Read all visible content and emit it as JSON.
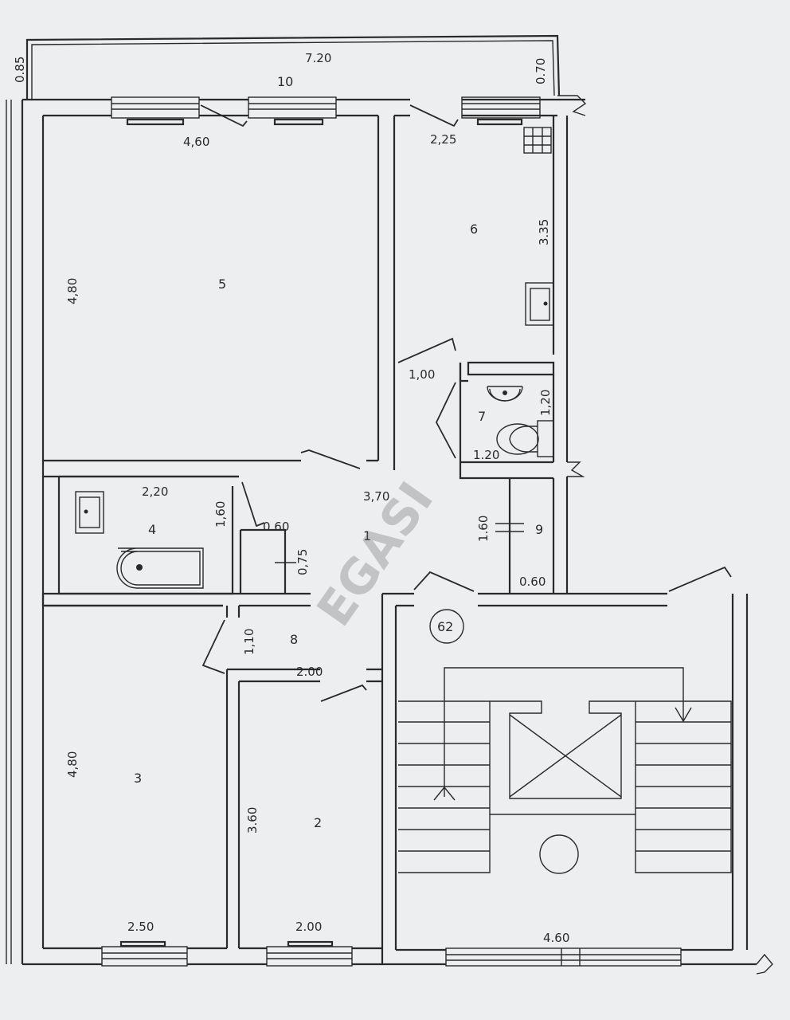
{
  "plan": {
    "stair_tag": "62",
    "watermark": "EGASI",
    "rooms": [
      {
        "id": "1",
        "label": "1"
      },
      {
        "id": "2",
        "label": "2"
      },
      {
        "id": "3",
        "label": "3"
      },
      {
        "id": "4",
        "label": "4"
      },
      {
        "id": "5",
        "label": "5"
      },
      {
        "id": "6",
        "label": "6"
      },
      {
        "id": "7",
        "label": "7"
      },
      {
        "id": "8",
        "label": "8"
      },
      {
        "id": "9",
        "label": "9"
      },
      {
        "id": "10",
        "label": "10"
      }
    ],
    "dims": {
      "balcony_width": "7.20",
      "balcony_left_depth": "0.85",
      "balcony_right_depth": "0.70",
      "room5_width": "4,60",
      "room5_depth": "4,80",
      "room6_width": "2,25",
      "room6_depth": "3.35",
      "room6_door": "1,00",
      "wc_width": "1.20",
      "wc_depth": "1,20",
      "bath_width": "2,20",
      "bath_depth": "1,60",
      "closet_width": "0.60",
      "closet_depth": "0,75",
      "hall_width": "3,70",
      "hall_store_depth": "1.60",
      "hall_store_width": "0.60",
      "corridor_depth": "1,10",
      "corridor_width": "2.00",
      "room3_depth": "4,80",
      "room3_width": "2.50",
      "room2_depth": "3.60",
      "room2_width": "2.00",
      "stair_width": "4.60"
    }
  }
}
